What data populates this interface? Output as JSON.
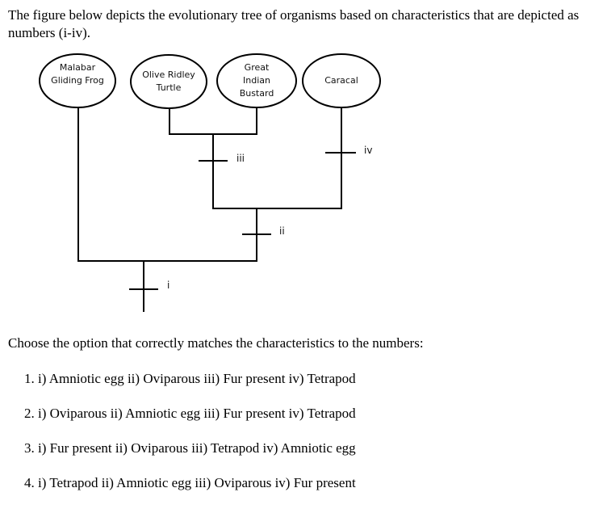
{
  "intro_text": "The figure below depicts the evolutionary tree of organisms based on characteristics that are depicted as numbers (i-iv).",
  "diagram": {
    "organisms": [
      {
        "lines": [
          "Malabar",
          "Gliding Frog"
        ]
      },
      {
        "lines": [
          "Olive Ridley",
          "Turtle"
        ]
      },
      {
        "lines": [
          "Great",
          "Indian",
          "Bustard"
        ]
      },
      {
        "lines": [
          "Caracal"
        ]
      }
    ],
    "marks": [
      "i",
      "ii",
      "iii",
      "iv"
    ]
  },
  "question_text": "Choose the option that correctly matches the characteristics to the numbers:",
  "options": [
    {
      "number": "1.",
      "text": "i) Amniotic egg ii) Oviparous iii) Fur present iv) Tetrapod"
    },
    {
      "number": "2.",
      "text": "i) Oviparous ii) Amniotic egg iii) Fur present iv) Tetrapod"
    },
    {
      "number": "3.",
      "text": "i) Fur present ii) Oviparous iii) Tetrapod iv) Amniotic egg"
    },
    {
      "number": "4.",
      "text": "i) Tetrapod ii) Amniotic egg iii) Oviparous iv) Fur present"
    }
  ]
}
